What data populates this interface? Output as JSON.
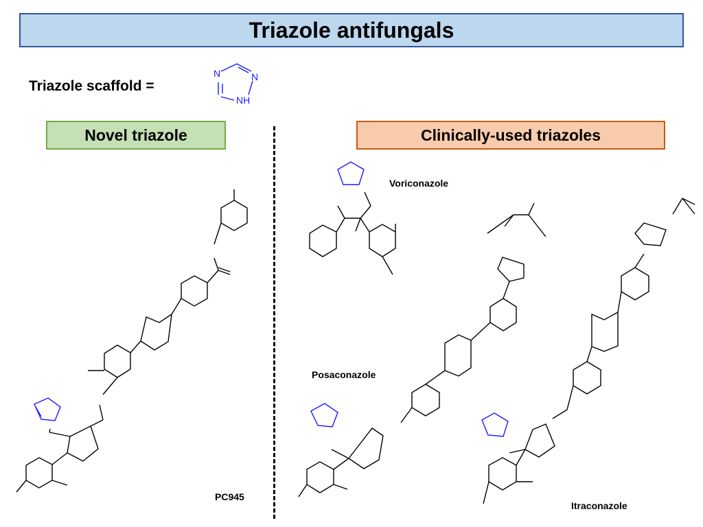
{
  "title": "Triazole antifungals",
  "scaffold": {
    "label": "Triazole scaffold =",
    "atoms": {
      "n1": "N",
      "n2": "N",
      "nh": "NH"
    }
  },
  "novel_header": "Novel triazole",
  "clinical_header": "Clinically-used triazoles",
  "molecules": {
    "pc945": "PC945",
    "voriconazole": "Voriconazole",
    "posaconazole": "Posaconazole",
    "itraconazole": "Itraconazole"
  },
  "colors": {
    "title_bg": "#bdd7ee",
    "title_border": "#2f5597",
    "novel_bg": "#c5e0b4",
    "novel_border": "#70ad47",
    "clinical_bg": "#f8cbad",
    "clinical_border": "#c55a11",
    "triazole": "#1a1aff"
  }
}
